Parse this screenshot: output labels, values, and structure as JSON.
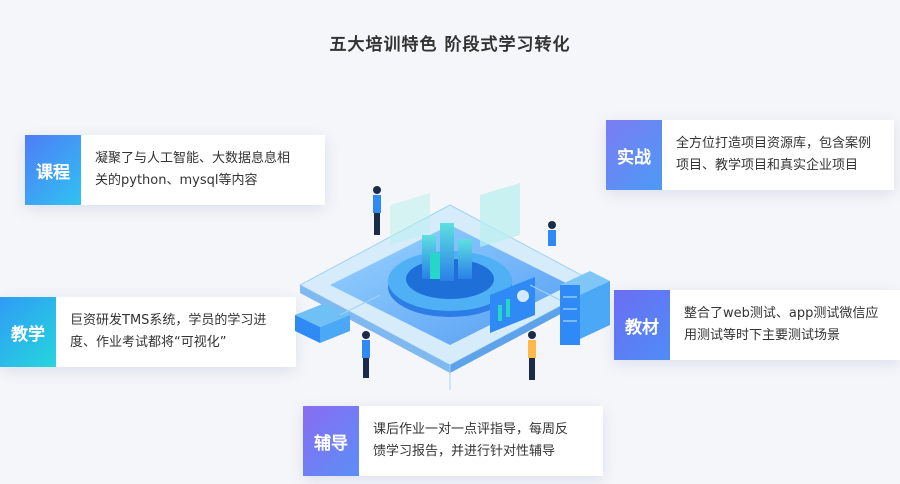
{
  "title": "五大培训特色 阶段式学习转化",
  "features": {
    "course": {
      "badge": "课程",
      "line1": "凝聚了与人工智能、大数据息息相",
      "line2": "关的python、mysql等内容"
    },
    "teaching": {
      "badge": "教学",
      "line1": "巨资研发TMS系统，学员的学习进",
      "line2": "度、作业考试都将“可视化”"
    },
    "practice": {
      "badge": "实战",
      "line1": "全方位打造项目资源库，包含案例",
      "line2": "项目、教学项目和真实企业项目"
    },
    "material": {
      "badge": "教材",
      "line1": "整合了web测试、app测试微信应",
      "line2": "用测试等时下主要测试场景"
    },
    "tutoring": {
      "badge": "辅导",
      "line1": "课后作业一对一点评指导，每周反",
      "line2": "馈学习报告，并进行针对性辅导"
    }
  },
  "colors": {
    "accent": "#2f8af5",
    "platform": "#4aa8f7",
    "teal": "#26d6c6"
  }
}
